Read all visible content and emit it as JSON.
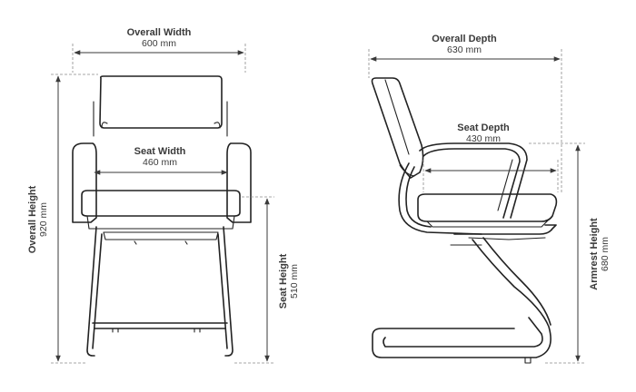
{
  "dimensions": {
    "overall_width": {
      "label": "Overall Width",
      "value": "600 mm"
    },
    "seat_width": {
      "label": "Seat Width",
      "value": "460 mm"
    },
    "overall_height": {
      "label": "Overall Height",
      "value": "920 mm"
    },
    "seat_height": {
      "label": "Seat Height",
      "value": "510 mm"
    },
    "overall_depth": {
      "label": "Overall Depth",
      "value": "630 mm"
    },
    "seat_depth": {
      "label": "Seat Depth",
      "value": "430 mm"
    },
    "armrest_height": {
      "label": "Armrest Height",
      "value": "680 mm"
    }
  }
}
